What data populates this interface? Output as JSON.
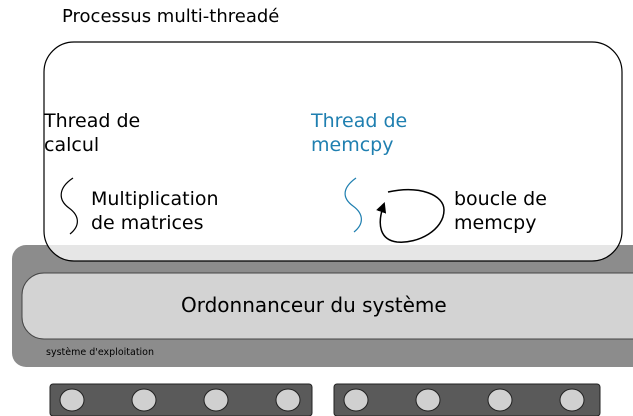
{
  "diagram": {
    "title": "Processus multi-threadé",
    "compute_thread": {
      "label": "Thread de\ncalcul",
      "task": "Multiplication\nde matrices"
    },
    "memcpy_thread": {
      "label": "Thread de\nmemcpy",
      "task": "boucle de\nmemcpy"
    },
    "scheduler": {
      "label": "Ordonnanceur du système"
    },
    "os": {
      "label": "système d'exploitation"
    },
    "cpu_groups": [
      {
        "cores": 4
      },
      {
        "cores": 4
      }
    ],
    "colors": {
      "os_layer": "#8c8c8c",
      "scheduler_fill": "#d3d3d3",
      "memcpy_accent": "#1f7fb0",
      "cpu_fill": "#5a5a5a",
      "core_fill": "#d0d0d0"
    }
  }
}
